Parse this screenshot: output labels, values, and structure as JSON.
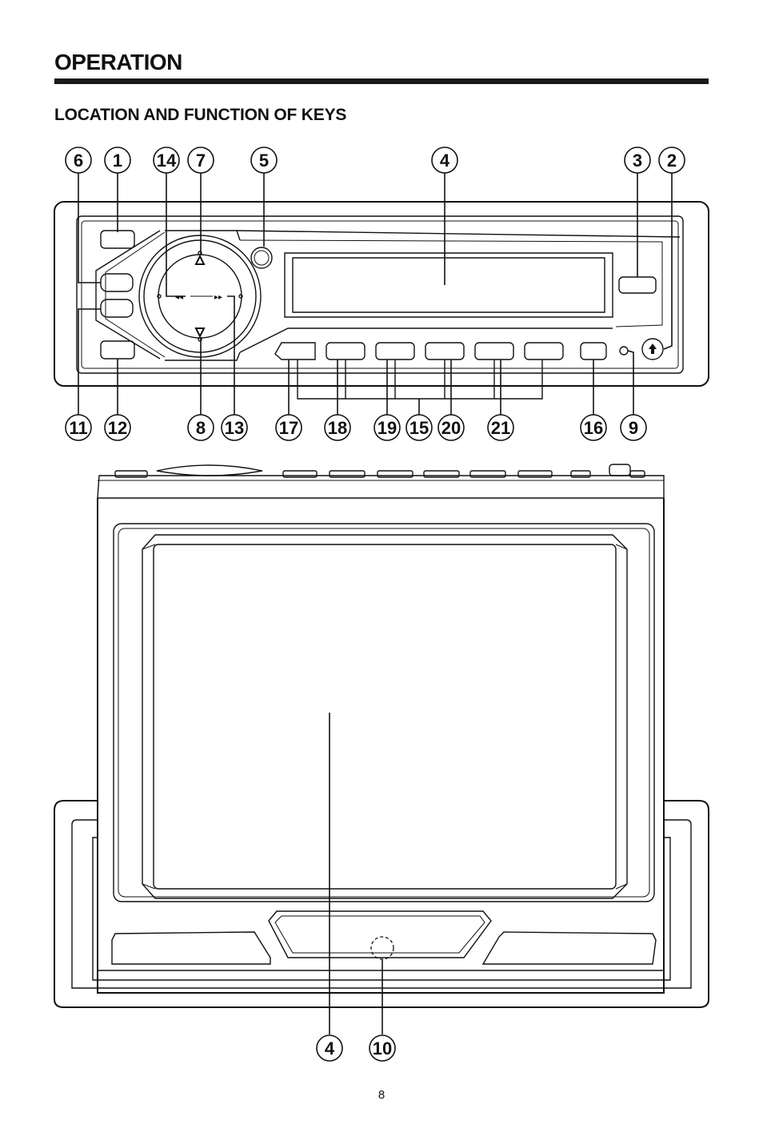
{
  "header": {
    "title": "OPERATION",
    "subtitle": "LOCATION AND FUNCTION OF KEYS"
  },
  "diagram": {
    "top_callouts": [
      "6",
      "1",
      "14",
      "7",
      "5",
      "4",
      "3",
      "2"
    ],
    "faceplate_bottom_callouts": [
      "11",
      "12",
      "8",
      "13",
      "17",
      "18",
      "19",
      "15",
      "20",
      "21",
      "16",
      "9"
    ],
    "monitor_bottom_callouts": [
      "4",
      "10"
    ],
    "dial_labels": {
      "prev": "◂◂",
      "next": "▸▸"
    }
  },
  "footer": {
    "page_number": "8"
  }
}
